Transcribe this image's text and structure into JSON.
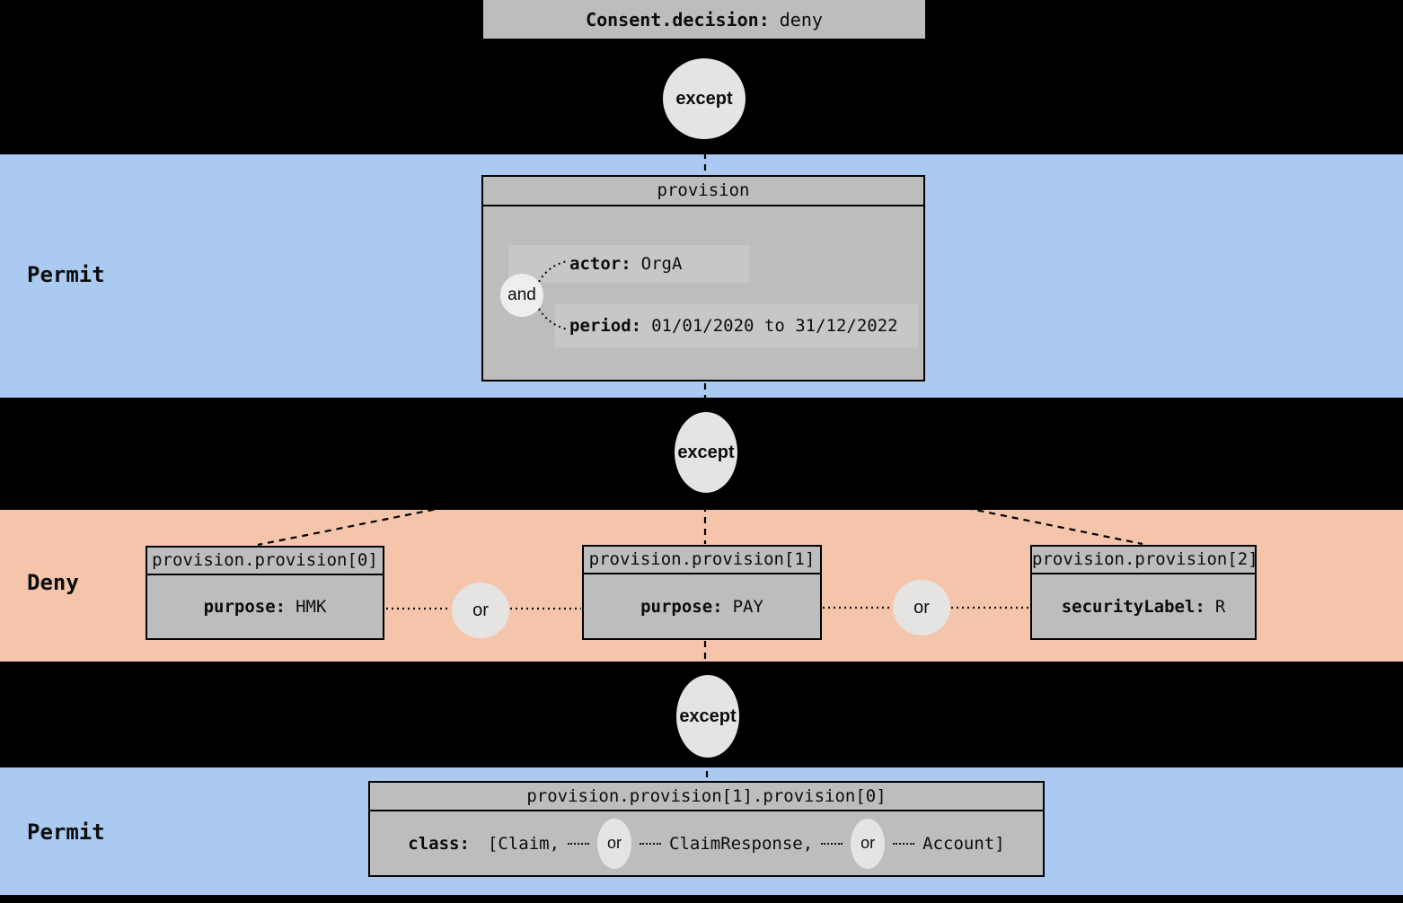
{
  "diagram": {
    "root": {
      "label": "Consent.decision:",
      "value": "deny"
    },
    "except_label": "except",
    "and_label": "and",
    "or_label": "or",
    "bands": [
      {
        "label": "Permit"
      },
      {
        "label": "Deny"
      },
      {
        "label": "Permit"
      }
    ],
    "provision": {
      "header": "provision",
      "rows": [
        {
          "key": "actor:",
          "value": "OrgA"
        },
        {
          "key": "period:",
          "value": "01/01/2020 to 31/12/2022"
        }
      ]
    },
    "deny_nodes": [
      {
        "header": "provision.provision[0]",
        "key": "purpose:",
        "value": "HMK"
      },
      {
        "header": "provision.provision[1]",
        "key": "purpose:",
        "value": "PAY"
      },
      {
        "header": "provision.provision[2]",
        "key": "securityLabel:",
        "value": "R"
      }
    ],
    "class_node": {
      "header": "provision.provision[1].provision[0]",
      "key": "class:",
      "items": [
        "[Claim,",
        "ClaimResponse,",
        "Account]"
      ]
    },
    "colors": {
      "permit_band": "#aacaf2",
      "deny_band": "#f4c5ab",
      "node_fill": "#bdbdbd",
      "node_row_fill": "#c7c7c7",
      "ellipse_fill": "#e5e4e2",
      "background": "#000000"
    }
  }
}
